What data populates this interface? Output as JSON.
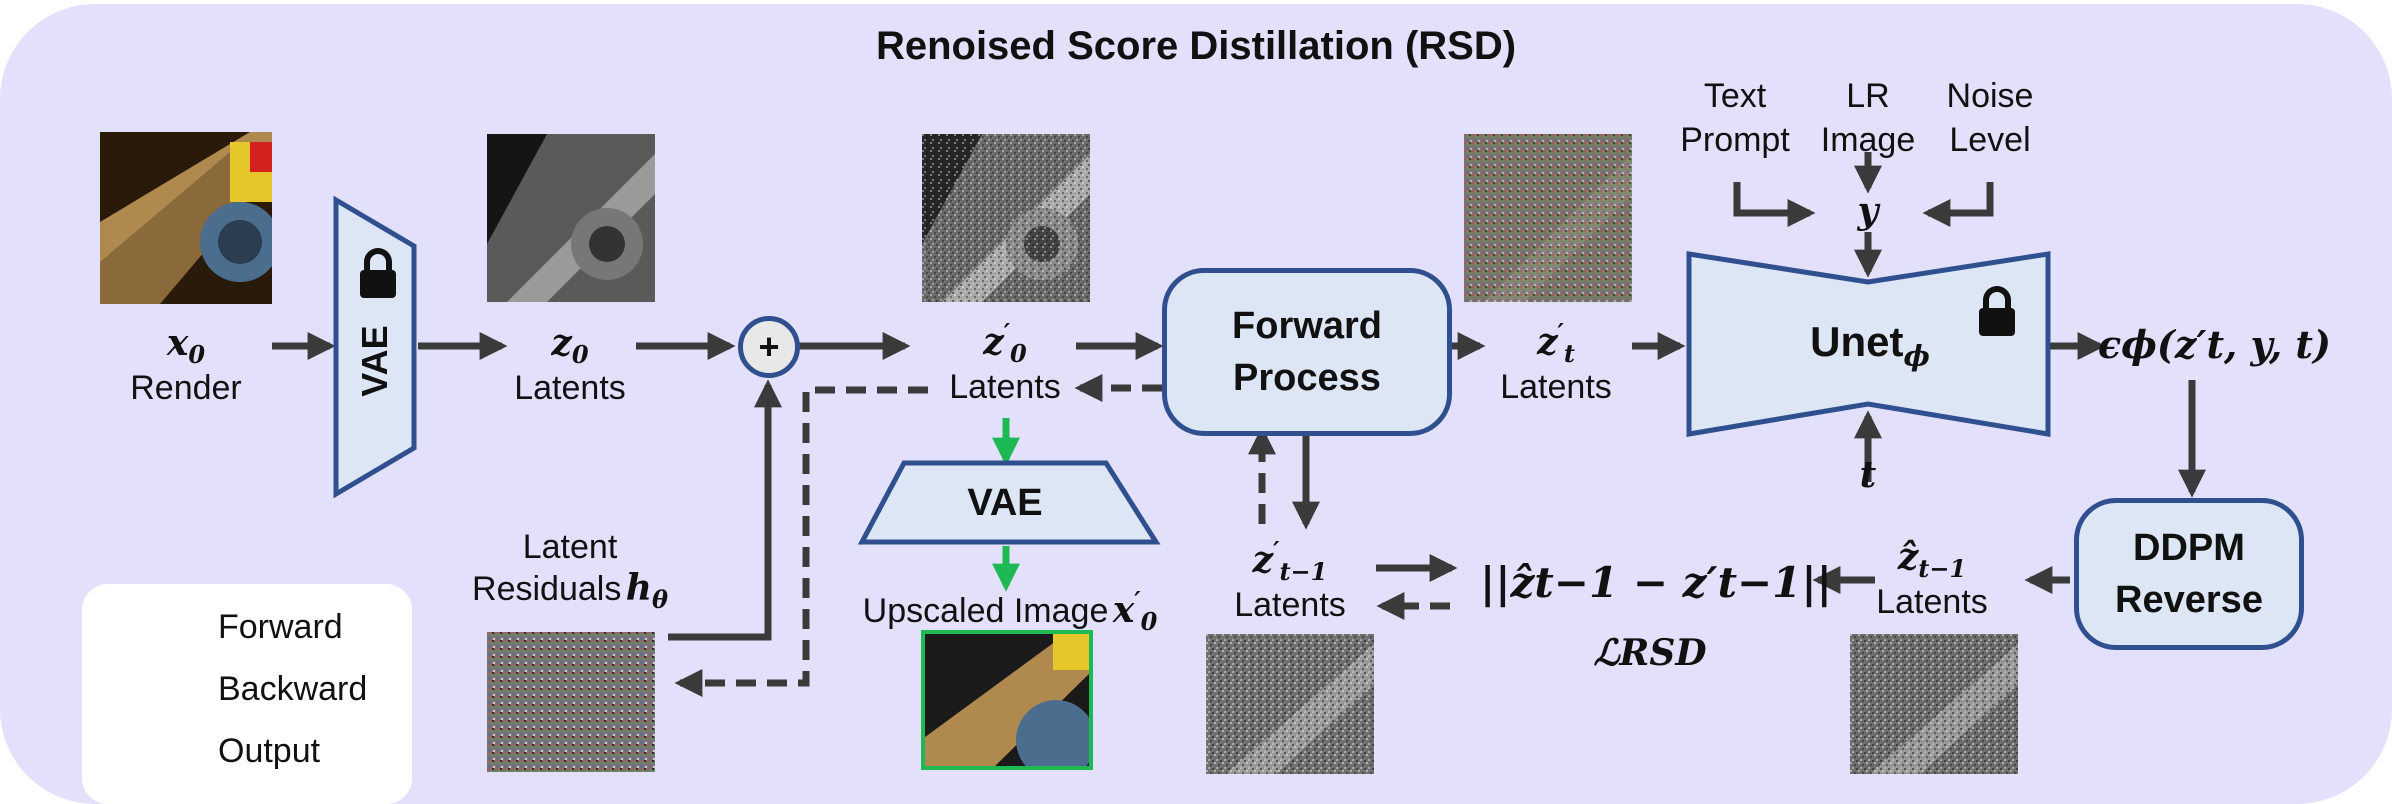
{
  "title": "Renoised Score Distillation (RSD)",
  "inputs": {
    "text_prompt": [
      "Text",
      "Prompt"
    ],
    "lr_image": [
      "LR",
      "Image"
    ],
    "noise_level": [
      "Noise",
      "Level"
    ],
    "y": "y",
    "t": "t"
  },
  "nodes": {
    "x0": {
      "symbol": "x",
      "sub": "0",
      "label": "Render"
    },
    "z0": {
      "symbol": "z",
      "sub": "0",
      "label": "Latents"
    },
    "z0p": {
      "symbol": "z",
      "sup": "′",
      "sub": "0",
      "label": "Latents"
    },
    "ztp": {
      "symbol": "z",
      "sup": "′",
      "sub": "t",
      "label": "Latents"
    },
    "ztm1p": {
      "symbol": "z",
      "sup": "′",
      "sub": "t−1",
      "label": "Latents"
    },
    "zhat": {
      "symbol": "ẑ",
      "sub": "t−1",
      "label": "Latents"
    },
    "residuals": {
      "label_line1": "Latent",
      "label_line2": "Residuals",
      "symbol": "h",
      "sub": "θ"
    },
    "upscaled": {
      "label": "Upscaled Image",
      "symbol": "x",
      "sup": "′",
      "sub": "0"
    }
  },
  "boxes": {
    "vae_encoder": "VAE",
    "vae_decoder": "VAE",
    "forward_process": [
      "Forward",
      "Process"
    ],
    "unet": {
      "name": "Unet",
      "sub": "ϕ"
    },
    "ddpm_reverse": [
      "DDPM",
      "Reverse"
    ],
    "plus": "+"
  },
  "unet_output": "ϵϕ(z′t, y, t)",
  "loss": {
    "expr": "||ẑt−1 − z′t−1||",
    "name": "ℒRSD"
  },
  "legend": [
    {
      "label": "Forward",
      "style": "solid",
      "color": "#3a3a3a"
    },
    {
      "label": "Backward",
      "style": "dashed",
      "color": "#3a3a3a"
    },
    {
      "label": "Output",
      "style": "solid",
      "color": "#1db954"
    }
  ],
  "colors": {
    "panel": "#e3e0fb",
    "box_fill": "#dce6f5",
    "box_border": "#2f4f8f",
    "arrow": "#3a3a3a",
    "output_arrow": "#1db954"
  }
}
